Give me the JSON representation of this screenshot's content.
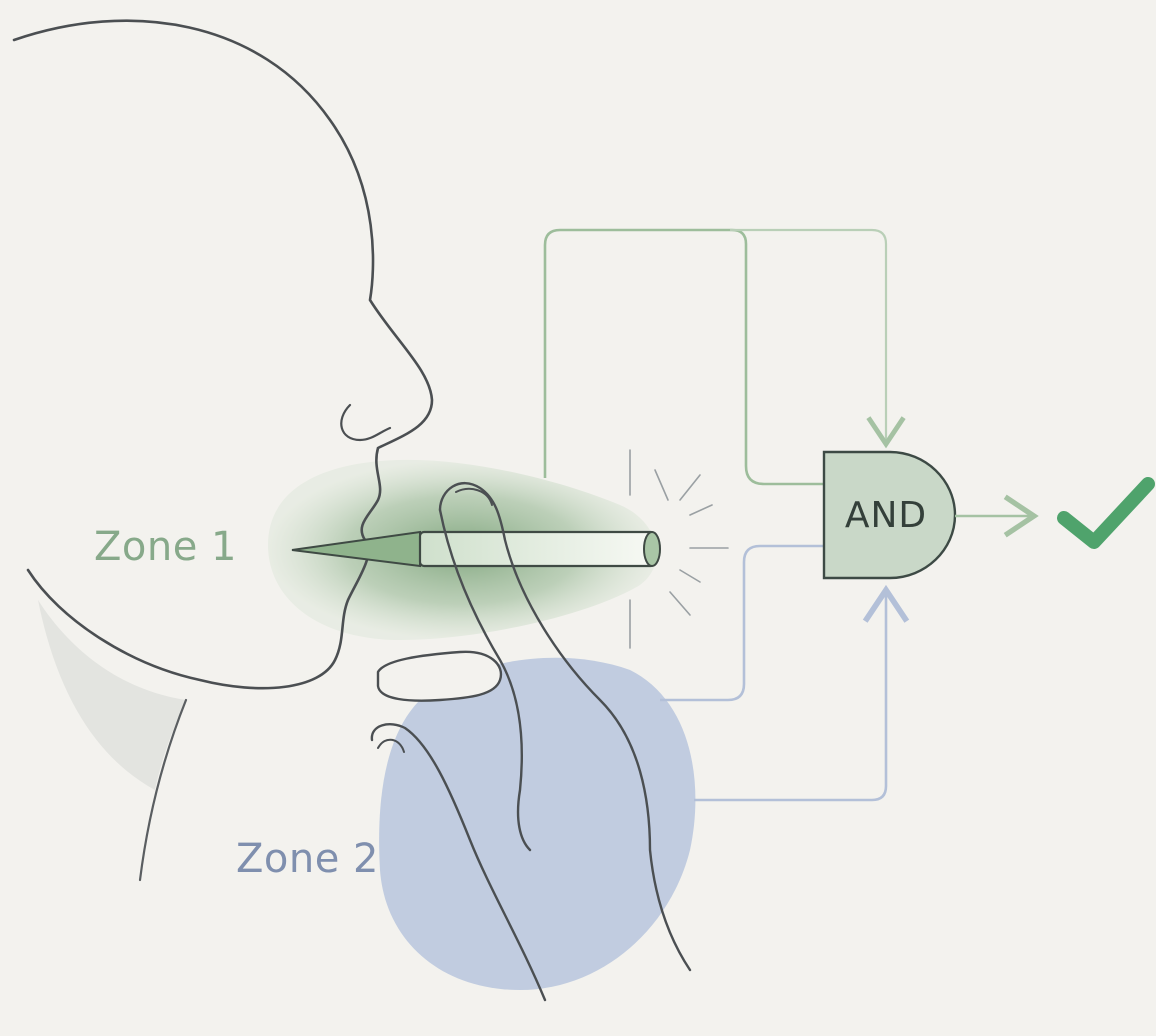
{
  "diagram": {
    "zone1": {
      "label": "Zone 1",
      "color": "#6fa06c"
    },
    "zone2": {
      "label": "Zone 2",
      "color": "#8fa4c8"
    },
    "gate": {
      "label": "AND",
      "fill": "#c9d8c8",
      "stroke": "#3d4a45"
    },
    "result": {
      "icon": "checkmark-icon",
      "color": "#4fa36c"
    },
    "line_color": "#4b4f52",
    "background": "#f3f2ee"
  }
}
